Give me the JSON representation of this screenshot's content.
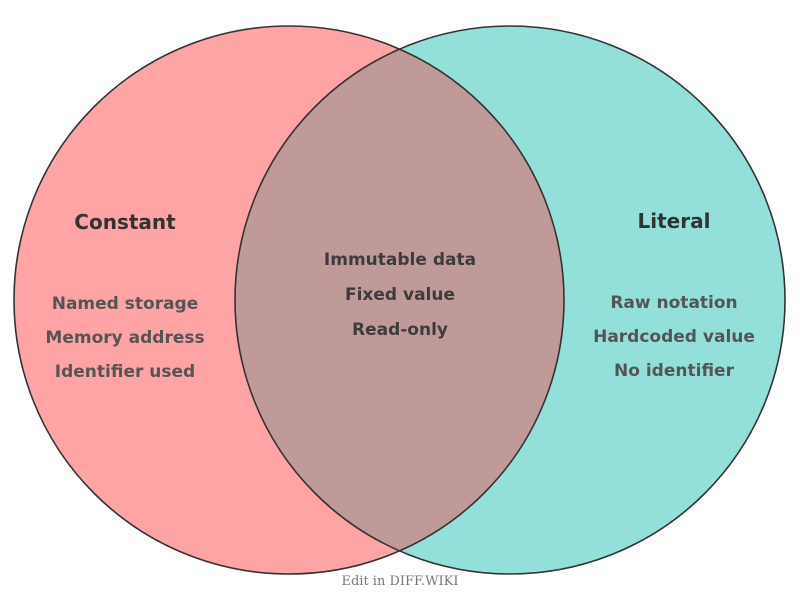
{
  "left_set": {
    "title": "Constant",
    "items": [
      "Named storage",
      "Memory address",
      "Identifier used"
    ],
    "color": "#ffa4a4"
  },
  "right_set": {
    "title": "Literal",
    "items": [
      "Raw notation",
      "Hardcoded value",
      "No identifier"
    ],
    "color": "#93e0da"
  },
  "intersection": {
    "items": [
      "Immutable data",
      "Fixed value",
      "Read-only"
    ],
    "color": "#bf9a98"
  },
  "outline_color": "#333333",
  "footer": {
    "text": "Edit in DIFF.WIKI"
  }
}
